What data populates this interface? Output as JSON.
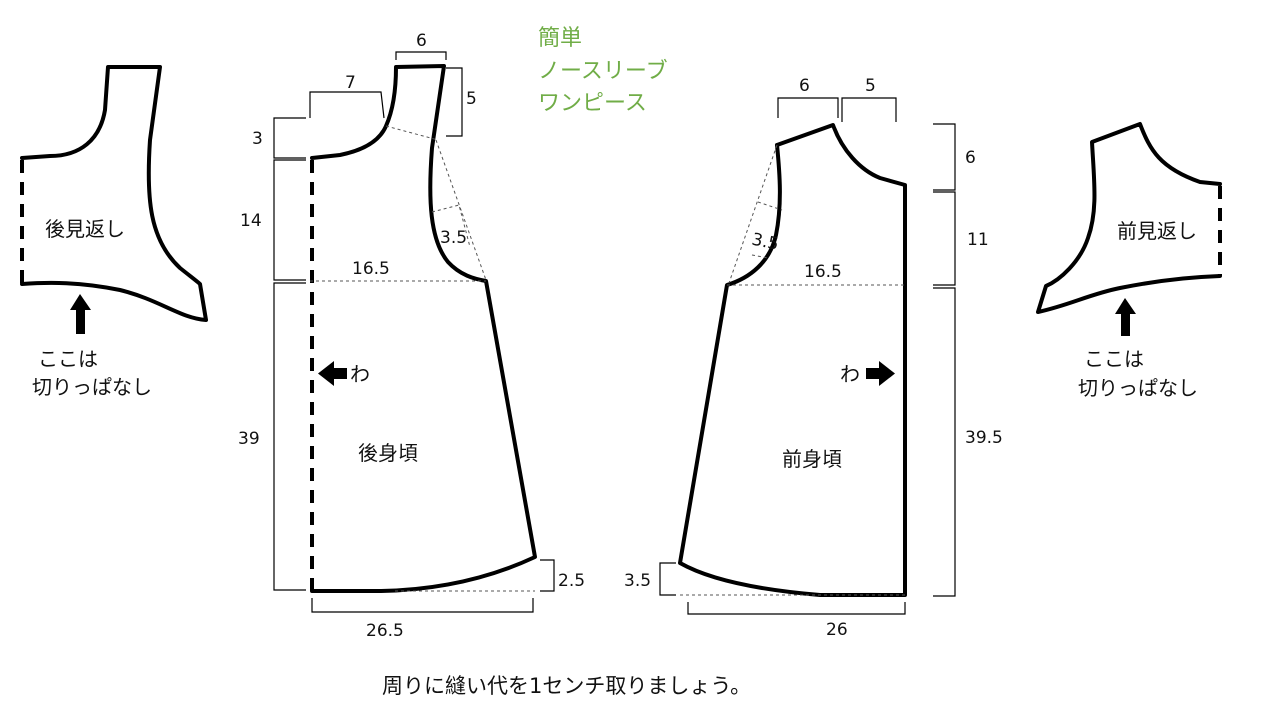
{
  "title": [
    "簡単",
    "ノースリーブ",
    "ワンピース"
  ],
  "footer": "周りに縫い代を1センチ取りましょう。",
  "colors": {
    "title": "#70ad47",
    "line": "#000000"
  },
  "back_facing": {
    "label": "後見返し",
    "note": [
      "ここは",
      "切りっぱなし"
    ]
  },
  "front_facing": {
    "label": "前見返し",
    "note": [
      "ここは",
      "切りっぱなし"
    ]
  },
  "back_body": {
    "label": "後身頃",
    "fold": "わ",
    "dims": {
      "neck_width": "6",
      "shoulder": "7",
      "shoulder_drop": "5",
      "neck_depth": "3",
      "armhole_depth": "14",
      "armhole_curve": "3.5",
      "bust": "16.5",
      "length": "39",
      "hem_rise": "2.5",
      "hem": "26.5"
    }
  },
  "front_body": {
    "label": "前身頃",
    "fold": "わ",
    "dims": {
      "shoulder": "6",
      "neck_width": "5",
      "neck_depth": "6",
      "armhole_depth": "11",
      "armhole_curve": "3.5",
      "bust": "16.5",
      "length": "39.5",
      "hem_rise": "3.5",
      "hem": "26"
    }
  }
}
